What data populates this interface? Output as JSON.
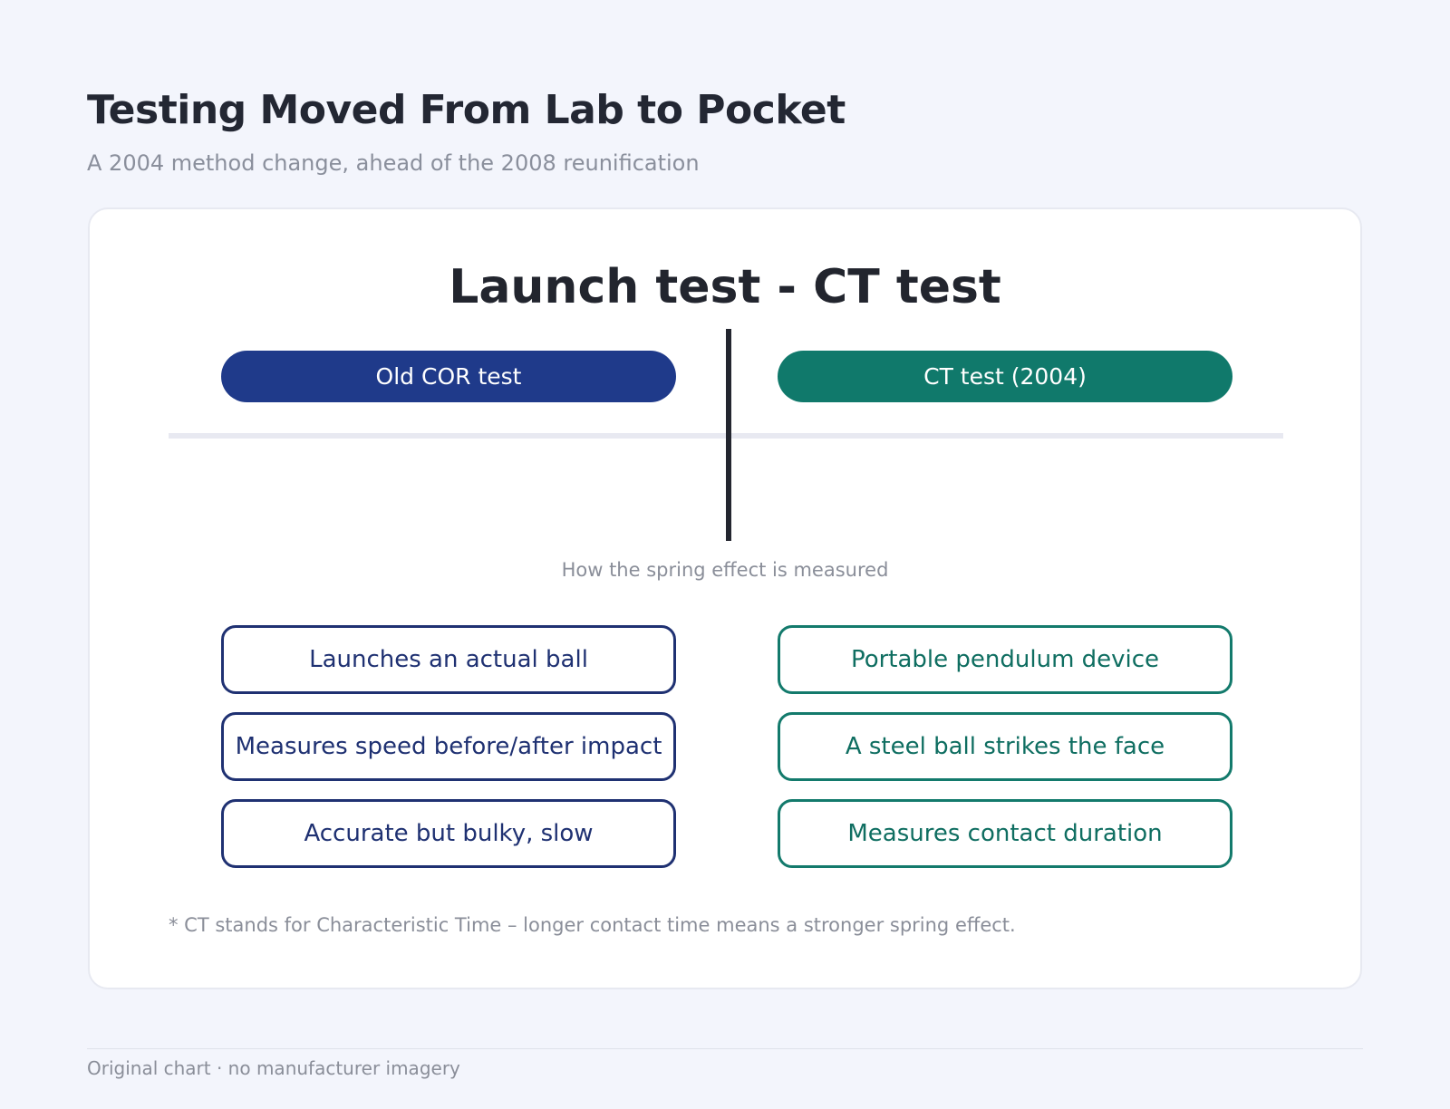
{
  "header": {
    "title": "Testing Moved From Lab to Pocket",
    "subtitle": "A 2004 method change, ahead of the 2008 reunification"
  },
  "diagram": {
    "title": "Launch test - CT test",
    "axis_caption": "How the spring effect is measured",
    "left": {
      "label": "Old COR test",
      "color": "#1f3a8a",
      "points": [
        "Launches an actual ball",
        "Measures speed before/after impact",
        "Accurate but bulky, slow"
      ]
    },
    "right": {
      "label": "CT test (2004)",
      "color": "#10796b",
      "points": [
        "Portable pendulum device",
        "A steel ball strikes the face",
        "Measures contact duration"
      ]
    },
    "footnote": "* CT stands for Characteristic Time – longer contact time means a stronger spring effect."
  },
  "footer": {
    "note": "Original chart · no manufacturer imagery"
  }
}
